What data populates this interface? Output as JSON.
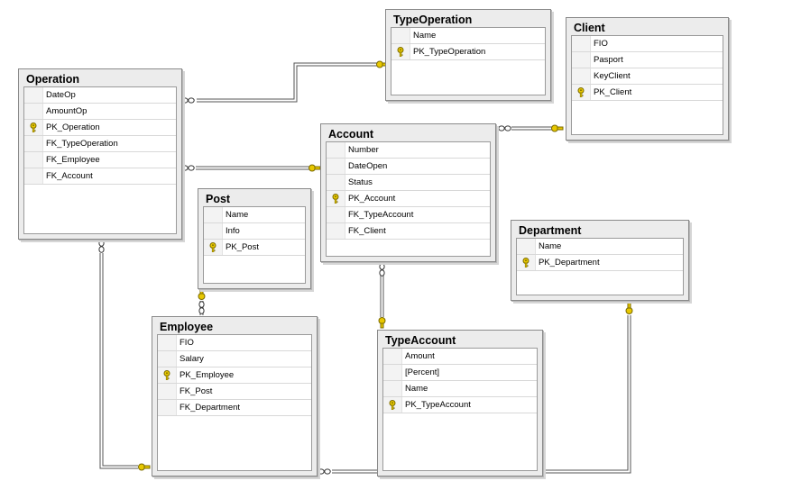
{
  "tables": {
    "typeoperation": {
      "title": "TypeOperation",
      "fields": [
        {
          "name": "Name",
          "pk": false
        },
        {
          "name": "PK_TypeOperation",
          "pk": true
        }
      ]
    },
    "client": {
      "title": "Client",
      "fields": [
        {
          "name": "FIO",
          "pk": false
        },
        {
          "name": "Pasport",
          "pk": false
        },
        {
          "name": "KeyClient",
          "pk": false
        },
        {
          "name": "PK_Client",
          "pk": true
        }
      ]
    },
    "operation": {
      "title": "Operation",
      "fields": [
        {
          "name": "DateOp",
          "pk": false
        },
        {
          "name": "AmountOp",
          "pk": false
        },
        {
          "name": "PK_Operation",
          "pk": true
        },
        {
          "name": "FK_TypeOperation",
          "pk": false
        },
        {
          "name": "FK_Employee",
          "pk": false
        },
        {
          "name": "FK_Account",
          "pk": false
        }
      ]
    },
    "account": {
      "title": "Account",
      "fields": [
        {
          "name": "Number",
          "pk": false
        },
        {
          "name": "DateOpen",
          "pk": false
        },
        {
          "name": "Status",
          "pk": false
        },
        {
          "name": "PK_Account",
          "pk": true
        },
        {
          "name": "FK_TypeAccount",
          "pk": false
        },
        {
          "name": "FK_Client",
          "pk": false
        }
      ]
    },
    "post": {
      "title": "Post",
      "fields": [
        {
          "name": "Name",
          "pk": false
        },
        {
          "name": "Info",
          "pk": false
        },
        {
          "name": "PK_Post",
          "pk": true
        }
      ]
    },
    "department": {
      "title": "Department",
      "fields": [
        {
          "name": "Name",
          "pk": false
        },
        {
          "name": "PK_Department",
          "pk": true
        }
      ]
    },
    "employee": {
      "title": "Employee",
      "fields": [
        {
          "name": "FIO",
          "pk": false
        },
        {
          "name": "Salary",
          "pk": false
        },
        {
          "name": "PK_Employee",
          "pk": true
        },
        {
          "name": "FK_Post",
          "pk": false
        },
        {
          "name": "FK_Department",
          "pk": false
        }
      ]
    },
    "typeaccount": {
      "title": "TypeAccount",
      "fields": [
        {
          "name": "Amount",
          "pk": false
        },
        {
          "name": "[Percent]",
          "pk": false
        },
        {
          "name": "Name",
          "pk": false
        },
        {
          "name": "PK_TypeAccount",
          "pk": true
        }
      ]
    }
  },
  "relationships": [
    {
      "from": "operation",
      "to": "typeoperation",
      "many_end": "operation",
      "one_end": "typeoperation"
    },
    {
      "from": "operation",
      "to": "account",
      "many_end": "operation",
      "one_end": "account"
    },
    {
      "from": "operation",
      "to": "employee",
      "many_end": "operation",
      "one_end": "employee"
    },
    {
      "from": "account",
      "to": "client",
      "many_end": "account",
      "one_end": "client"
    },
    {
      "from": "account",
      "to": "typeaccount",
      "many_end": "account",
      "one_end": "typeaccount"
    },
    {
      "from": "employee",
      "to": "post",
      "many_end": "employee",
      "one_end": "post"
    },
    {
      "from": "employee",
      "to": "department",
      "many_end": "employee",
      "one_end": "department"
    }
  ],
  "colors": {
    "key": "#e8c800",
    "line": "#555555",
    "header_bg": "#ececec"
  }
}
